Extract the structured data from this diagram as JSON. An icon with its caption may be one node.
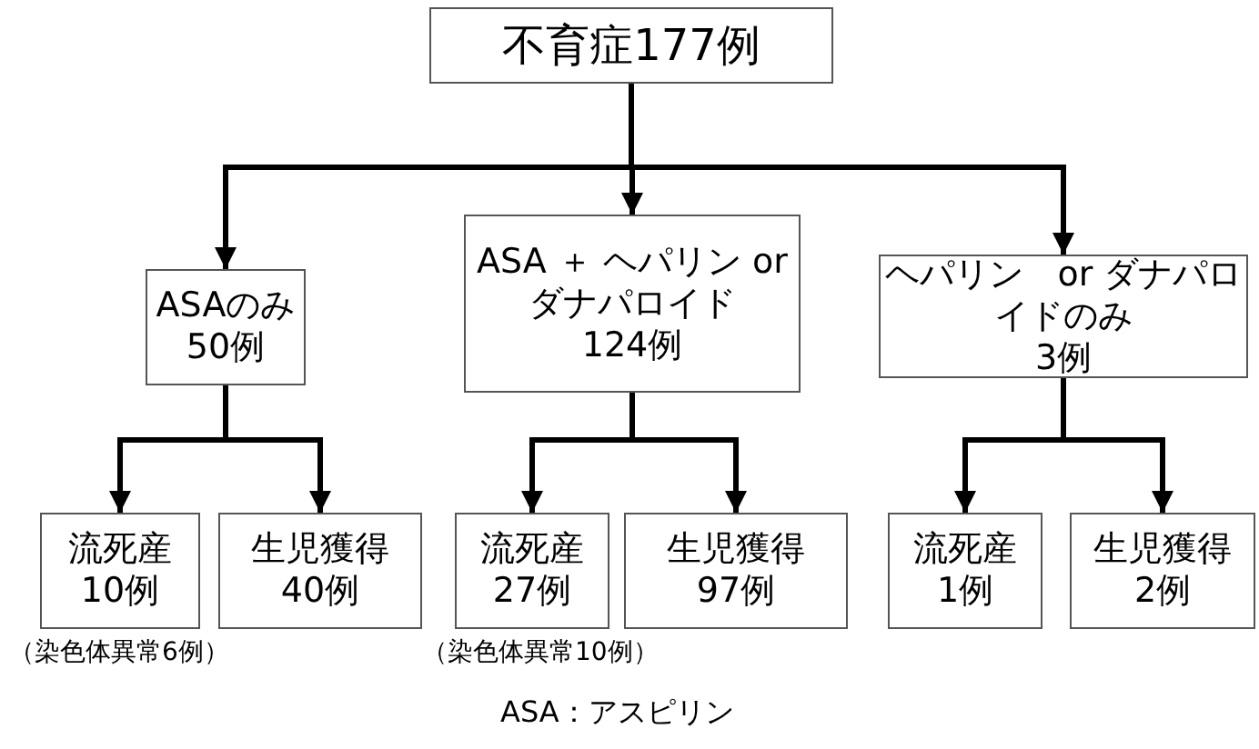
{
  "diagram": {
    "nodes": [
      {
        "text": [
          "不育症177例"
        ]
      },
      {
        "text": [
          "ASAのみ",
          "50例"
        ]
      },
      {
        "text": [
          "ASA ＋ ヘパリン or ダナパロイド",
          "124例"
        ]
      },
      {
        "text": [
          "ヘパリン　or ダナパロイドのみ",
          "3例"
        ]
      },
      {
        "text": [
          "流死産",
          "10例"
        ],
        "beside": [
          "（染色体異常6例）"
        ]
      },
      {
        "text": [
          "生児獲得",
          "40例"
        ]
      },
      {
        "text": [
          "流死産",
          "27例"
        ],
        "beside": [
          "（染色体異常10例）"
        ]
      },
      {
        "text": [
          "生児獲得",
          "97例"
        ]
      },
      {
        "text": [
          "流死産",
          "1例"
        ]
      },
      {
        "text": [
          "生児獲得",
          "2例"
        ]
      }
    ],
    "edges": [
      {
        "from": 0,
        "to": 1,
        "arrow": "to"
      },
      {
        "from": 0,
        "to": 2,
        "arrow": "to"
      },
      {
        "from": 0,
        "to": 3,
        "arrow": "to"
      },
      {
        "from": 1,
        "to": 4,
        "arrow": "to"
      },
      {
        "from": 1,
        "to": 5,
        "arrow": "to"
      },
      {
        "from": 2,
        "to": 6,
        "arrow": "to"
      },
      {
        "from": 2,
        "to": 7,
        "arrow": "to"
      },
      {
        "from": 3,
        "to": 8,
        "arrow": "to"
      },
      {
        "from": 3,
        "to": 9,
        "arrow": "to"
      }
    ],
    "labels": [
      "ASA：アスピリン"
    ]
  }
}
